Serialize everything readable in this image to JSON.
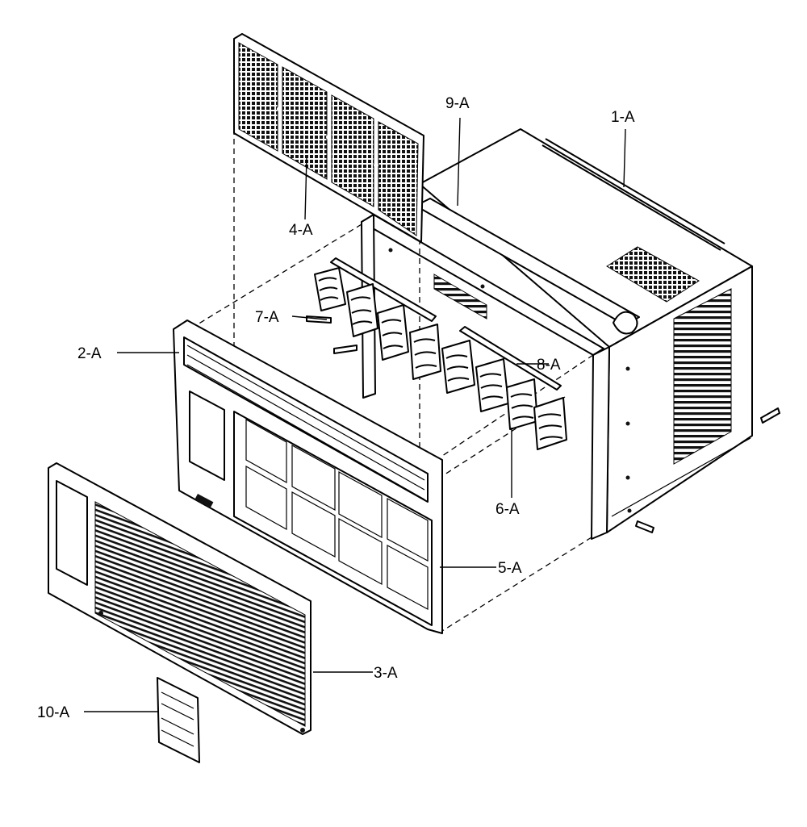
{
  "diagram": {
    "parts": [
      {
        "id": "cabinet",
        "label": "1-A"
      },
      {
        "id": "front-frame",
        "label": "2-A"
      },
      {
        "id": "front-grille",
        "label": "3-A"
      },
      {
        "id": "air-filter",
        "label": "4-A"
      },
      {
        "id": "front-panel",
        "label": "5-A"
      },
      {
        "id": "bracket-right",
        "label": "6-A"
      },
      {
        "id": "bracket-left",
        "label": "7-A"
      },
      {
        "id": "support-rail",
        "label": "8-A"
      },
      {
        "id": "top-rail",
        "label": "9-A"
      },
      {
        "id": "rating-label",
        "label": "10-A"
      }
    ]
  }
}
